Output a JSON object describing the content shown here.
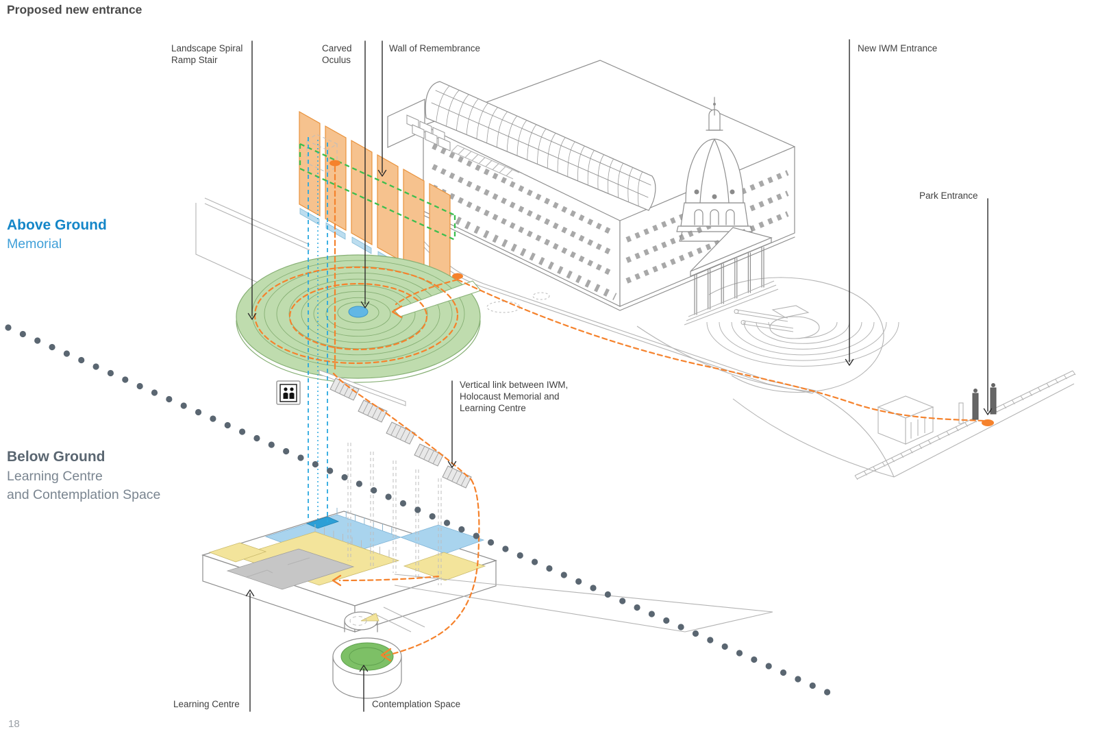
{
  "title": "Proposed new entrance",
  "page_number": "18",
  "legend": {
    "above_ground": {
      "heading": "Above Ground",
      "subheading": "Memorial"
    },
    "below_ground": {
      "heading": "Below Ground",
      "subheading_line1": "Learning Centre",
      "subheading_line2": "and Contemplation Space"
    }
  },
  "annotations": {
    "landscape_spiral_ramp_stair": {
      "line1": "Landscape Spiral",
      "line2": "Ramp Stair"
    },
    "carved_oculus": {
      "line1": "Carved",
      "line2": "Oculus"
    },
    "wall_of_remembrance": "Wall of Remembrance",
    "new_iwm_entrance": "New IWM Entrance",
    "park_entrance": "Park Entrance",
    "vertical_link": {
      "line1": "Vertical link between IWM,",
      "line2": "Holocaust Memorial and",
      "line3": "Learning Centre"
    },
    "learning_centre": "Learning Centre",
    "contemplation_space": "Contemplation Space"
  },
  "icons": {
    "elevator_icon": "lift pictogram with two figures"
  },
  "colors": {
    "title_text": "#4A4A4A",
    "label_text": "#3F3F3F",
    "above_ground_heading": "#1486C8",
    "above_ground_sub": "#3F9FD8",
    "below_ground_heading": "#5A6671",
    "below_ground_sub": "#7A8590",
    "page_number_color": "#9AA0A6",
    "wall_fill": "#F6C28E",
    "wall_stroke": "#E8923C",
    "green_fill": "#BFDCAE",
    "green_stroke": "#86AF74",
    "oculus_blue": "#61B7E5",
    "dash_blue": "#2AA7DF",
    "dash_green": "#3CBE4E",
    "route_orange": "#F5822C",
    "dot_gray": "#5A6671",
    "floor_yellow": "#F3E49B",
    "floor_blue": "#A9D4EE",
    "floor_gray": "#C6C6C6",
    "floor_darkblue": "#2D9FD6",
    "contemplation_green": "#7DC066",
    "line_gray": "#8E8E8E"
  }
}
